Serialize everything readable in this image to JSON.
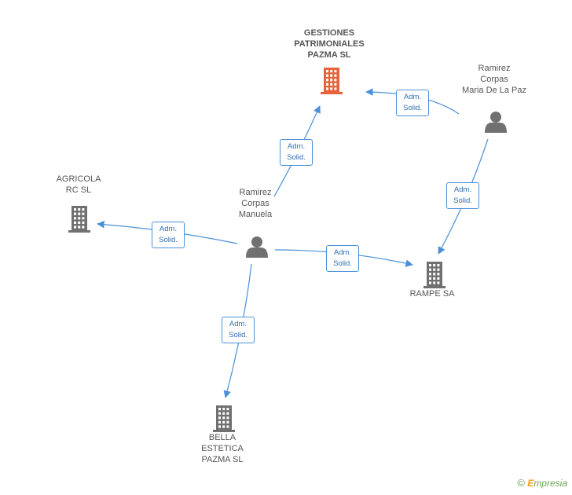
{
  "nodes": {
    "gestiones": {
      "label_lines": [
        "GESTIONES",
        "PATRIMONIALES",
        "PAZMA SL"
      ],
      "type": "company",
      "color": "#e8623c"
    },
    "agricola": {
      "label_lines": [
        "AGRICOLA",
        "RC SL"
      ],
      "type": "company",
      "color": "#707070"
    },
    "rampe": {
      "label_lines": [
        "RAMPE SA"
      ],
      "type": "company",
      "color": "#707070"
    },
    "bella": {
      "label_lines": [
        "BELLA",
        "ESTETICA",
        "PAZMA SL"
      ],
      "type": "company",
      "color": "#707070"
    },
    "manuela": {
      "label_lines": [
        "Ramirez",
        "Corpas",
        "Manuela"
      ],
      "type": "person",
      "color": "#707070"
    },
    "mariapaz": {
      "label_lines": [
        "Ramirez",
        "Corpas",
        "Maria De La Paz"
      ],
      "type": "person",
      "color": "#707070"
    }
  },
  "edges": [
    {
      "from": "manuela",
      "to": "gestiones",
      "label_lines": [
        "Adm.",
        "Solid."
      ]
    },
    {
      "from": "mariapaz",
      "to": "gestiones",
      "label_lines": [
        "Adm.",
        "Solid."
      ]
    },
    {
      "from": "mariapaz",
      "to": "rampe",
      "label_lines": [
        "Adm.",
        "Solid."
      ]
    },
    {
      "from": "manuela",
      "to": "agricola",
      "label_lines": [
        "Adm.",
        "Solid."
      ]
    },
    {
      "from": "manuela",
      "to": "rampe",
      "label_lines": [
        "Adm.",
        "Solid."
      ]
    },
    {
      "from": "manuela",
      "to": "bella",
      "label_lines": [
        "Adm.",
        "Solid."
      ]
    }
  ],
  "colors": {
    "edge": "#4a90d9",
    "edge_label_text": "#2f6fb3"
  },
  "footer": {
    "copyright": "©",
    "brand_first": "E",
    "brand_rest": "mpresia"
  }
}
